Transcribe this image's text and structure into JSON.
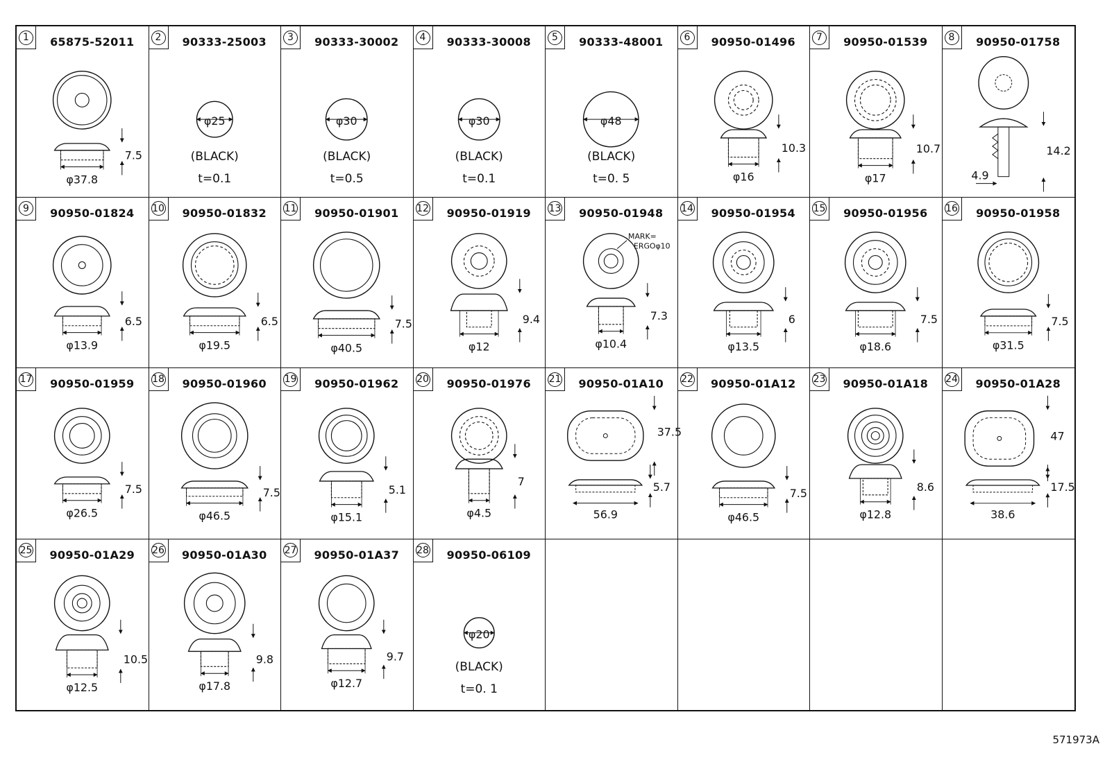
{
  "reference": "571973A",
  "parts": [
    {
      "no": "1",
      "part": "65875-52011",
      "labels": [
        "φ37.8",
        "7.5"
      ]
    },
    {
      "no": "2",
      "part": "90333-25003",
      "labels": [
        "φ25"
      ],
      "color": "(BLACK)",
      "thickness": "t=0.1"
    },
    {
      "no": "3",
      "part": "90333-30002",
      "labels": [
        "φ30"
      ],
      "color": "(BLACK)",
      "thickness": "t=0.5"
    },
    {
      "no": "4",
      "part": "90333-30008",
      "labels": [
        "φ30"
      ],
      "color": "(BLACK)",
      "thickness": "t=0.1"
    },
    {
      "no": "5",
      "part": "90333-48001",
      "labels": [
        "φ48"
      ],
      "color": "(BLACK)",
      "thickness": "t=0. 5"
    },
    {
      "no": "6",
      "part": "90950-01496",
      "labels": [
        "φ16",
        "10.3"
      ]
    },
    {
      "no": "7",
      "part": "90950-01539",
      "labels": [
        "φ17",
        "10.7"
      ]
    },
    {
      "no": "8",
      "part": "90950-01758",
      "labels": [
        "4.9",
        "14.2"
      ]
    },
    {
      "no": "9",
      "part": "90950-01824",
      "labels": [
        "φ13.9",
        "6.5"
      ]
    },
    {
      "no": "10",
      "part": "90950-01832",
      "labels": [
        "φ19.5",
        "6.5"
      ]
    },
    {
      "no": "11",
      "part": "90950-01901",
      "labels": [
        "φ40.5",
        "7.5"
      ]
    },
    {
      "no": "12",
      "part": "90950-01919",
      "labels": [
        "φ12",
        "9.4"
      ]
    },
    {
      "no": "13",
      "part": "90950-01948",
      "labels": [
        "φ10.4",
        "7.3"
      ],
      "mark1": "MARK=",
      "mark2": "ERGOφ10"
    },
    {
      "no": "14",
      "part": "90950-01954",
      "labels": [
        "φ13.5",
        "6"
      ]
    },
    {
      "no": "15",
      "part": "90950-01956",
      "labels": [
        "φ18.6",
        "7.5"
      ]
    },
    {
      "no": "16",
      "part": "90950-01958",
      "labels": [
        "φ31.5",
        "7.5"
      ]
    },
    {
      "no": "17",
      "part": "90950-01959",
      "labels": [
        "φ26.5",
        "7.5"
      ]
    },
    {
      "no": "18",
      "part": "90950-01960",
      "labels": [
        "φ46.5",
        "7.5"
      ]
    },
    {
      "no": "19",
      "part": "90950-01962",
      "labels": [
        "φ15.1",
        "5.1"
      ]
    },
    {
      "no": "20",
      "part": "90950-01976",
      "labels": [
        "φ4.5",
        "7"
      ]
    },
    {
      "no": "21",
      "part": "90950-01A10",
      "labels": [
        "56.9",
        "5.7",
        "37.5"
      ]
    },
    {
      "no": "22",
      "part": "90950-01A12",
      "labels": [
        "φ46.5",
        "7.5"
      ]
    },
    {
      "no": "23",
      "part": "90950-01A18",
      "labels": [
        "φ12.8",
        "8.6"
      ]
    },
    {
      "no": "24",
      "part": "90950-01A28",
      "labels": [
        "38.6",
        "17.5",
        "47"
      ]
    },
    {
      "no": "25",
      "part": "90950-01A29",
      "labels": [
        "φ12.5",
        "10.5"
      ]
    },
    {
      "no": "26",
      "part": "90950-01A30",
      "labels": [
        "φ17.8",
        "9.8"
      ]
    },
    {
      "no": "27",
      "part": "90950-01A37",
      "labels": [
        "φ12.7",
        "9.7"
      ]
    },
    {
      "no": "28",
      "part": "90950-06109",
      "labels": [
        "φ20"
      ],
      "color": "(BLACK)",
      "thickness": "t=0. 1"
    }
  ]
}
